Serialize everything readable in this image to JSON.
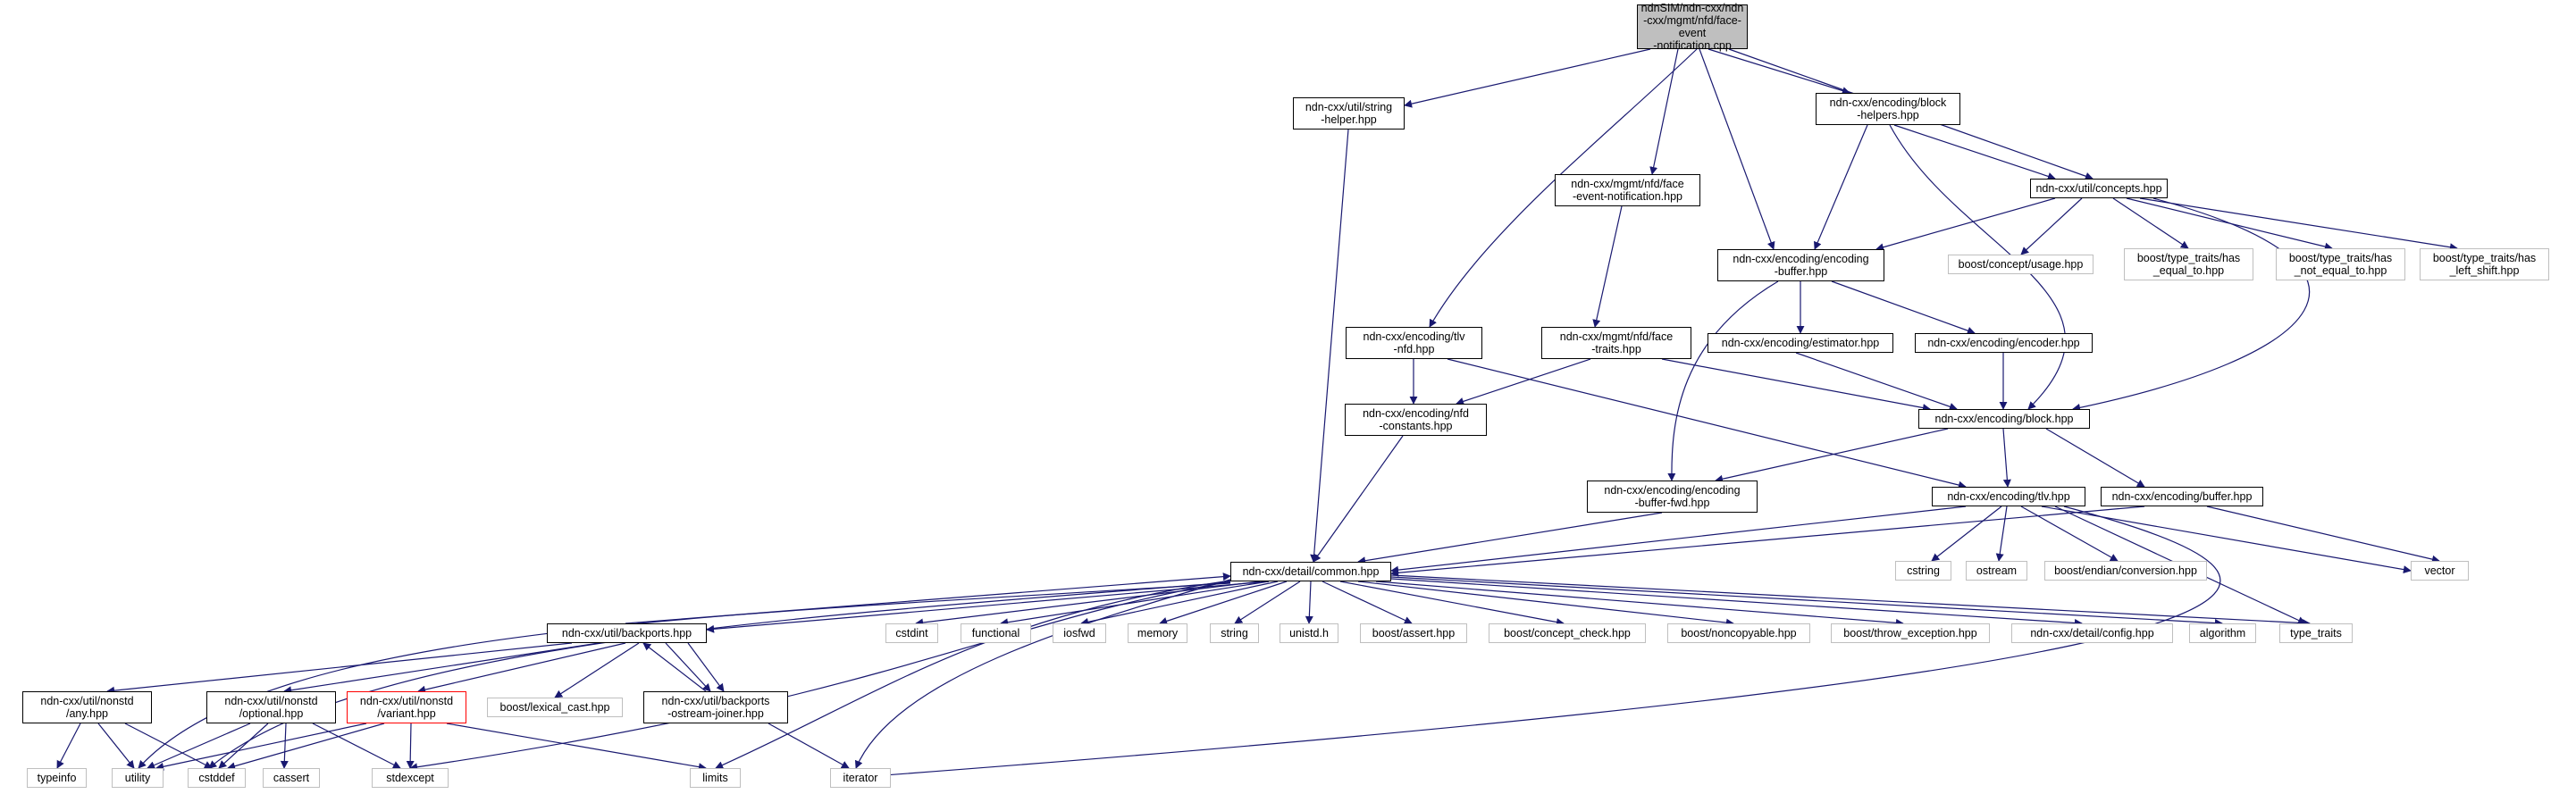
{
  "colors": {
    "edge": "#191970",
    "node_border": "#000000",
    "external_border": "#bfbfbf",
    "root_fill": "#bfbfbf",
    "highlight_border": "#ff0000"
  },
  "nodes": {
    "root": "ndnSIM/ndn-cxx/ndn\n-cxx/mgmt/nfd/face-event\n-notification.cpp",
    "string_helper": "ndn-cxx/util/string\n-helper.hpp",
    "face_event_notification_hpp": "ndn-cxx/mgmt/nfd/face\n-event-notification.hpp",
    "block_helpers": "ndn-cxx/encoding/block\n-helpers.hpp",
    "concepts": "ndn-cxx/util/concepts.hpp",
    "encoding_buffer": "ndn-cxx/encoding/encoding\n-buffer.hpp",
    "boost_concept_usage": "boost/concept/usage.hpp",
    "has_equal_to": "boost/type_traits/has\n_equal_to.hpp",
    "has_not_equal_to": "boost/type_traits/has\n_not_equal_to.hpp",
    "has_left_shift": "boost/type_traits/has\n_left_shift.hpp",
    "tlv_nfd": "ndn-cxx/encoding/tlv\n-nfd.hpp",
    "face_traits": "ndn-cxx/mgmt/nfd/face\n-traits.hpp",
    "estimator": "ndn-cxx/encoding/estimator.hpp",
    "encoder": "ndn-cxx/encoding/encoder.hpp",
    "nfd_constants": "ndn-cxx/encoding/nfd\n-constants.hpp",
    "block": "ndn-cxx/encoding/block.hpp",
    "encoding_buffer_fwd": "ndn-cxx/encoding/encoding\n-buffer-fwd.hpp",
    "tlv": "ndn-cxx/encoding/tlv.hpp",
    "buffer": "ndn-cxx/encoding/buffer.hpp",
    "cstring": "cstring",
    "ostream": "ostream",
    "endian_conversion": "boost/endian/conversion.hpp",
    "vector": "vector",
    "common": "ndn-cxx/detail/common.hpp",
    "backports": "ndn-cxx/util/backports.hpp",
    "cstdint": "cstdint",
    "functional": "functional",
    "iosfwd": "iosfwd",
    "memory": "memory",
    "string": "string",
    "unistd": "unistd.h",
    "boost_assert": "boost/assert.hpp",
    "boost_concept_check": "boost/concept_check.hpp",
    "boost_noncopyable": "boost/noncopyable.hpp",
    "boost_throw_exception": "boost/throw_exception.hpp",
    "detail_config": "ndn-cxx/detail/config.hpp",
    "algorithm": "algorithm",
    "type_traits": "type_traits",
    "nonstd_any": "ndn-cxx/util/nonstd\n/any.hpp",
    "nonstd_optional": "ndn-cxx/util/nonstd\n/optional.hpp",
    "nonstd_variant": "ndn-cxx/util/nonstd\n/variant.hpp",
    "boost_lexical_cast": "boost/lexical_cast.hpp",
    "ostream_joiner": "ndn-cxx/util/backports\n-ostream-joiner.hpp",
    "typeinfo": "typeinfo",
    "utility": "utility",
    "cstddef": "cstddef",
    "cassert": "cassert",
    "stdexcept": "stdexcept",
    "limits": "limits",
    "iterator": "iterator"
  }
}
